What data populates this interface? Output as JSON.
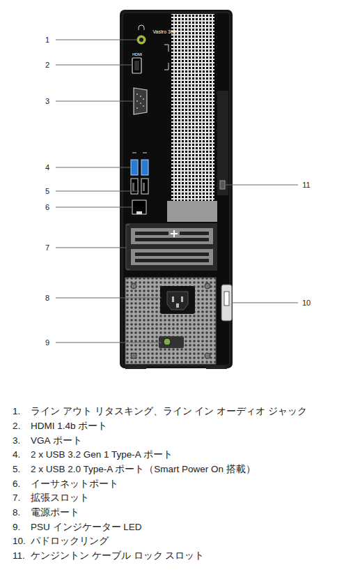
{
  "diagram": {
    "labels": [
      "1",
      "Vastro 3681",
      "HDMI",
      "2",
      "3",
      "4",
      "11",
      "5",
      "6",
      "7",
      "8",
      "10",
      "9",
      "1.",
      "ライン アウト リタスキング、ライン イン オーディオ ジャック",
      "2.",
      "HDMI 1.4b ポート",
      "3.",
      "VGA ポート",
      "4.",
      "2 x USB 3.2 Gen 1 Type-A ポート",
      "5.",
      "2 x USB 2.0 Type-A ポート（Smart Power On 搭載）",
      "6.",
      "イーサネットポート",
      "7.",
      "拡張スロット",
      "8.",
      "電源ポート",
      "9.",
      "PSU インジケーター LED",
      "10.",
      "パドロックリング",
      "11.",
      "ケンジントン ケーブル ロック スロット"
    ]
  }
}
